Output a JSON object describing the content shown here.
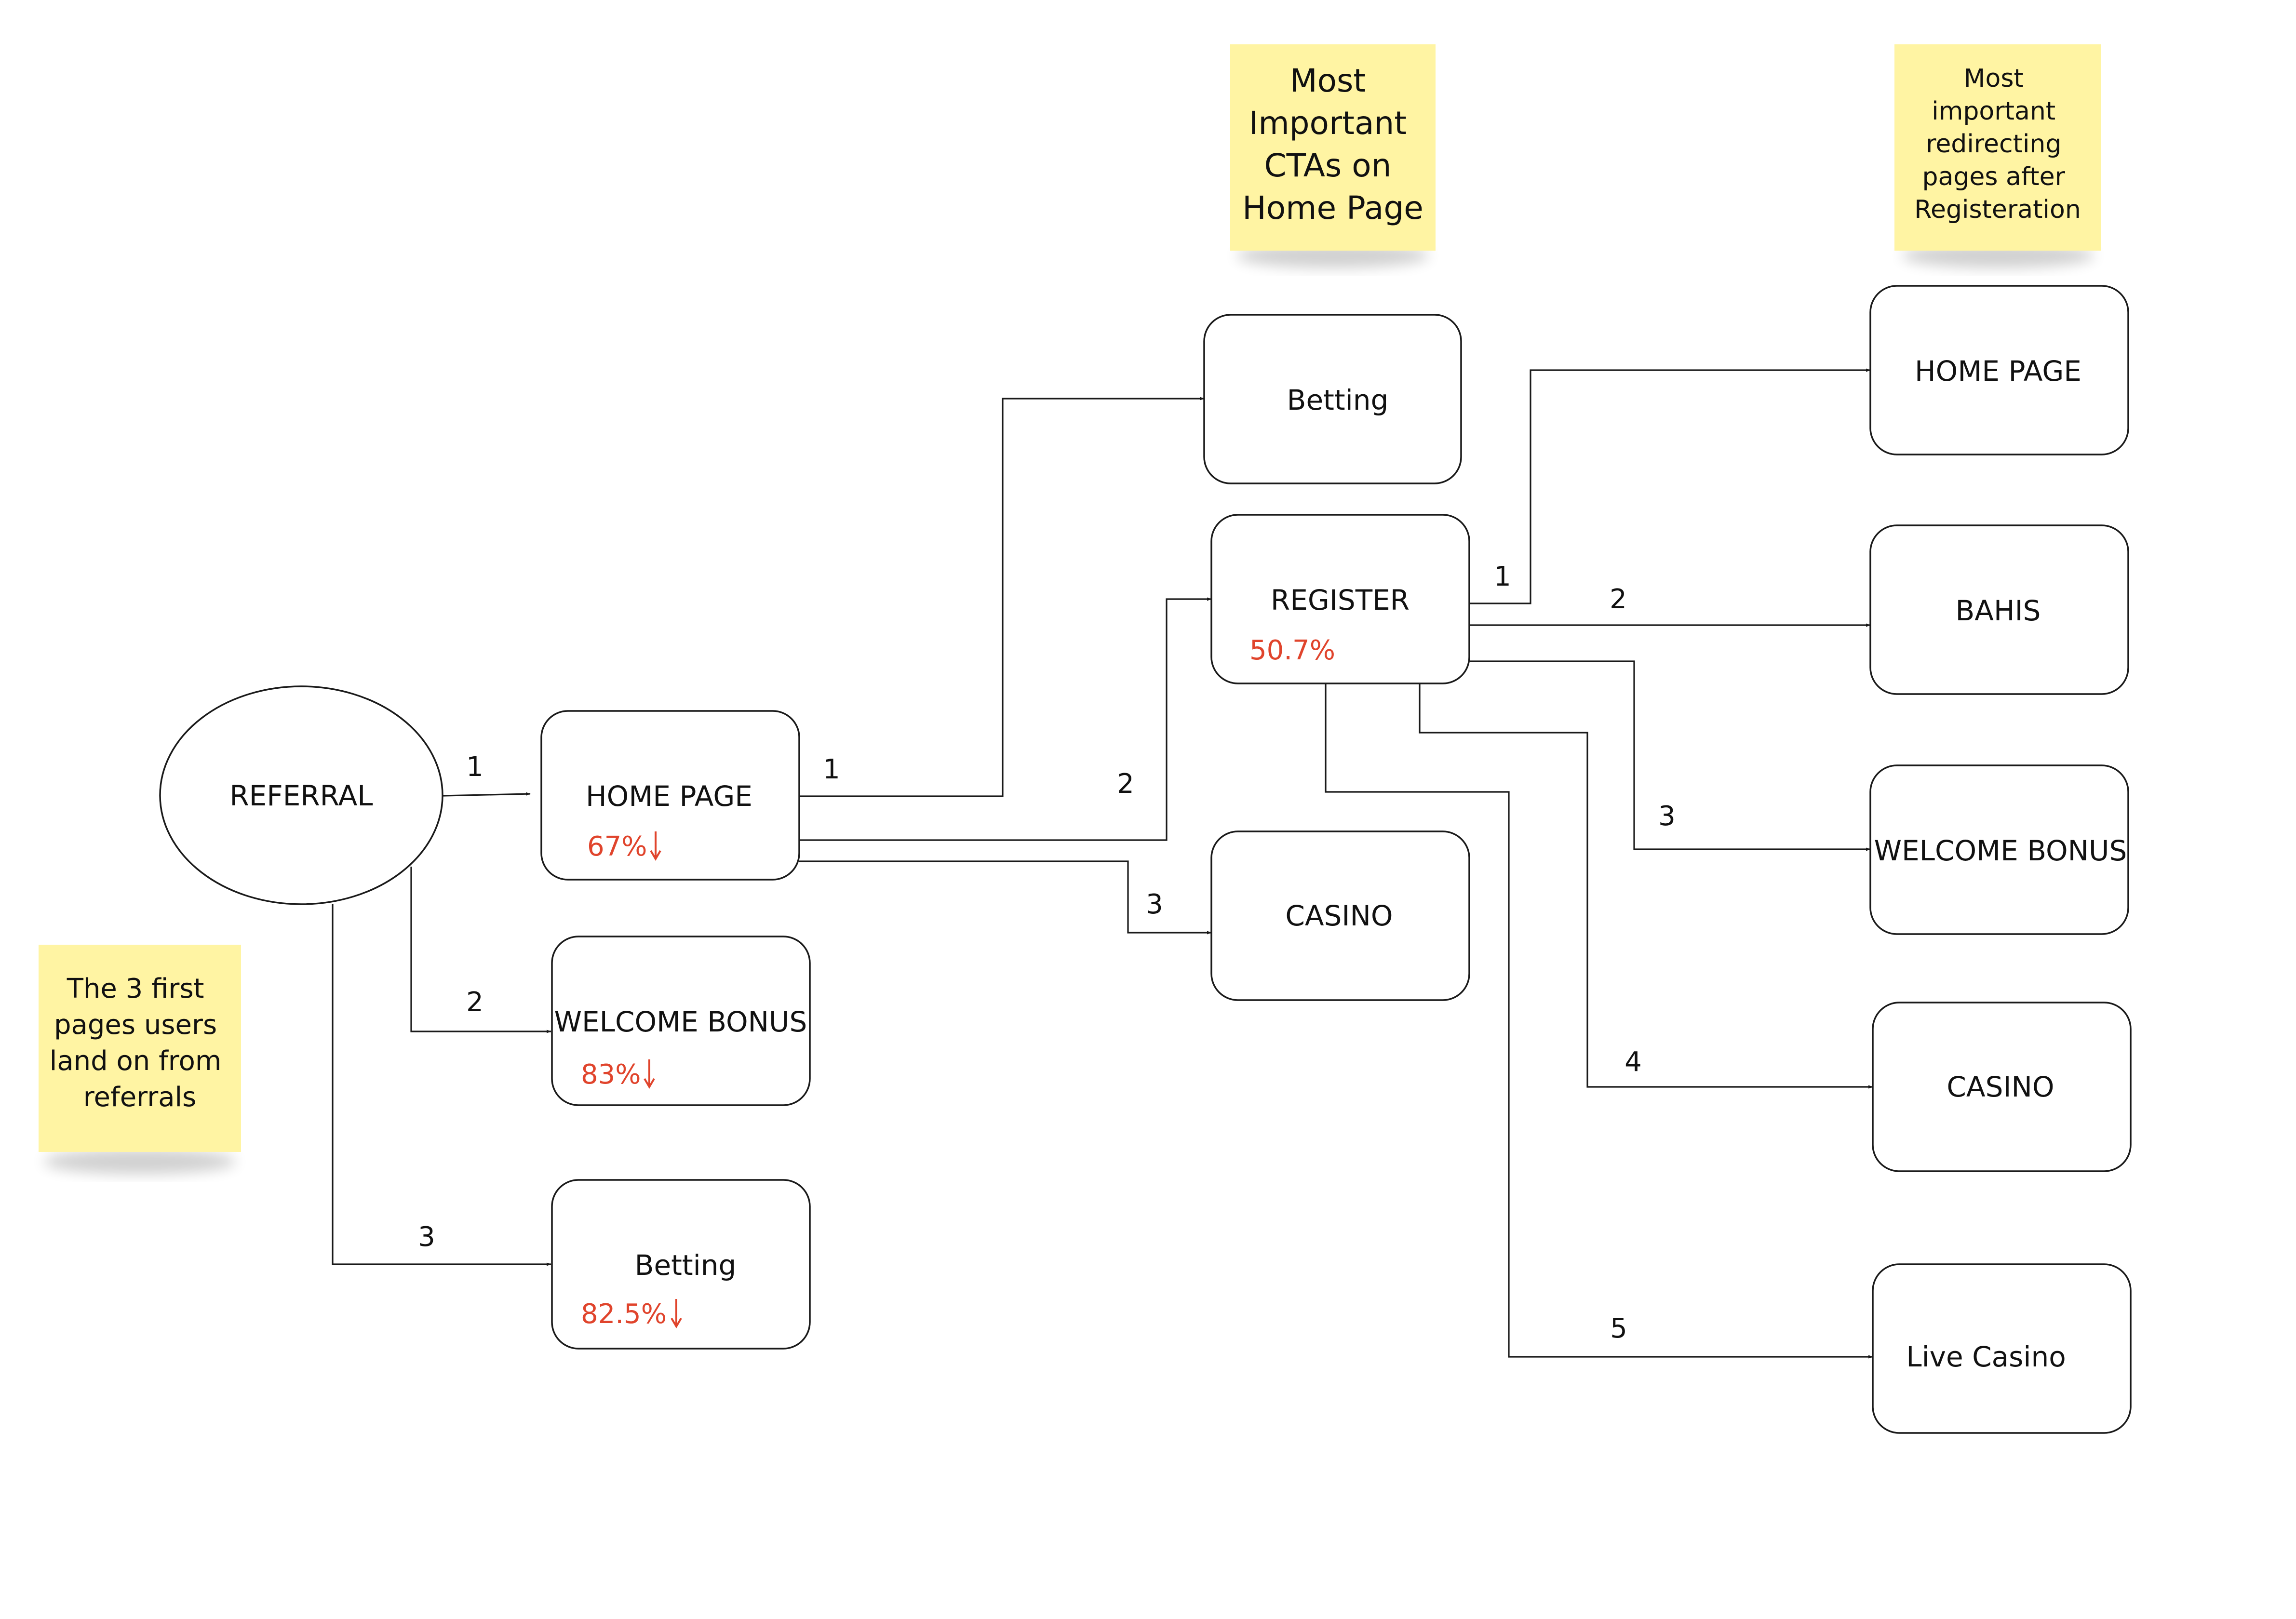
{
  "colors": {
    "metric_red": "#e0442c",
    "sticky_yellow": "#fff4a3",
    "stroke": "#1a1a1a"
  },
  "icons": {
    "down_arrow": "down-arrow-icon"
  },
  "notes": {
    "referral_note": [
      "The 3 first",
      "pages users",
      "land on from",
      "referrals"
    ],
    "home_ctas_note": [
      "Most",
      "Important",
      "CTAs on",
      "Home Page"
    ],
    "redirect_note": [
      "Most",
      "important",
      "redirecting",
      "pages after",
      "Registeration"
    ]
  },
  "nodes": {
    "referral": {
      "label": "REFERRAL"
    },
    "home_page": {
      "label": "HOME PAGE",
      "metric": "67%"
    },
    "welcome_bonus": {
      "label": "WELCOME BONUS",
      "metric": "83%"
    },
    "betting_landing": {
      "label": "Betting",
      "metric": "82.5%"
    },
    "betting_cta": {
      "label": "Betting"
    },
    "register": {
      "label": "REGISTER",
      "metric": "50.7%"
    },
    "casino_cta": {
      "label": "CASINO"
    },
    "home_page_after": {
      "label": "HOME PAGE"
    },
    "bahis": {
      "label": "BAHIS"
    },
    "welcome_bonus_after": {
      "label": "WELCOME BONUS"
    },
    "casino_after": {
      "label": "CASINO"
    },
    "live_casino": {
      "label": "Live Casino"
    }
  },
  "edges": {
    "referral_home": "1",
    "referral_welcome": "2",
    "referral_betting": "3",
    "home_betting": "1",
    "home_register": "2",
    "home_casino": "3",
    "register_home": "1",
    "register_bahis": "2",
    "register_welcome": "3",
    "register_casino": "4",
    "register_live": "5"
  }
}
